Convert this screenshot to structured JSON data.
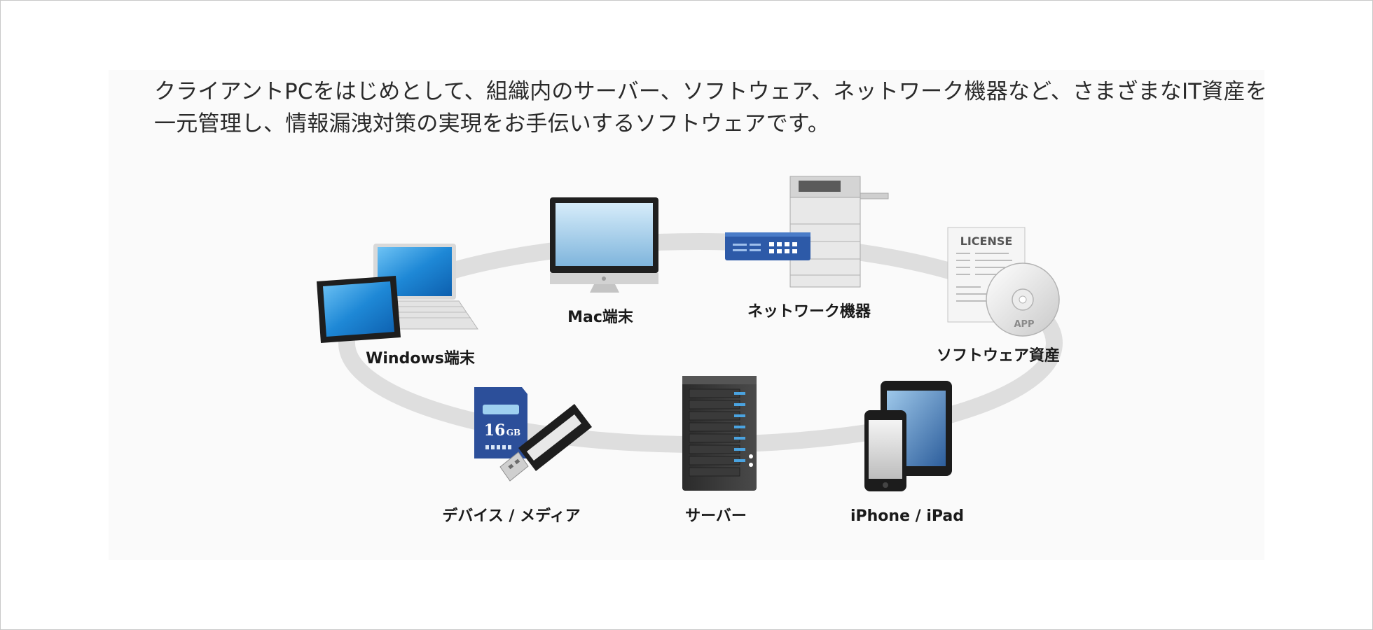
{
  "intro": {
    "line1": "クライアントPCをはじめとして、組織内のサーバー、ソフトウェア、ネットワーク機器など、さまざまなIT資産を",
    "line2": "一元管理し、情報漏洩対策の実現をお手伝いするソフトウェアです。"
  },
  "diagram": {
    "labels": {
      "windows": "Windows端末",
      "mac": "Mac端末",
      "network": "ネットワーク機器",
      "software": "ソフトウェア資産",
      "iphone": "iPhone / iPad",
      "server": "サーバー",
      "device": "デバイス / メディア"
    },
    "license_heading": "LICENSE",
    "disc_text": "APP",
    "sd_capacity_number": "16",
    "sd_capacity_unit": "GB"
  },
  "colors": {
    "ring": "#dcdcdc",
    "screen_blue": "#1e88d6",
    "switch_blue": "#2d5aa8",
    "server_led": "#4aa3e0"
  }
}
